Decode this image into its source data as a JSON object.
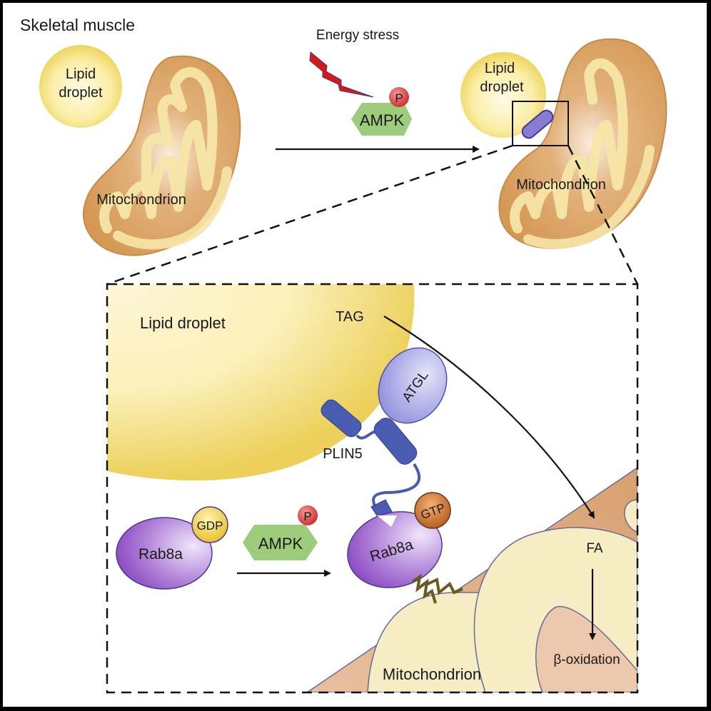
{
  "title": "Skeletal muscle",
  "top": {
    "left_lipid_droplet": [
      "Lipid",
      "droplet"
    ],
    "left_mitochondrion": "Mitochondrion",
    "energy_stress": "Energy stress",
    "ampk": "AMPK",
    "phospho": "P",
    "right_lipid_droplet": [
      "Lipid",
      "droplet"
    ],
    "right_mitochondrion": "Mitochondrion"
  },
  "inset": {
    "lipid_droplet": "Lipid droplet",
    "tag": "TAG",
    "atgl": "ATGL",
    "plin5": "PLIN5",
    "rab8a_inactive": "Rab8a",
    "gdp": "GDP",
    "ampk": "AMPK",
    "phospho": "P",
    "rab8a_active": "Rab8a",
    "gtp": "GTP",
    "fa": "FA",
    "beta_oxidation": "β-oxidation",
    "mitochondrion": "Mitochondrion"
  },
  "colors": {
    "lipid": "#f0d860",
    "mito_outer": "#d9a06a",
    "mito_inner": "#f6e9b0",
    "ampk": "#9ccc7c",
    "phospho": "#d94848",
    "rab8a": "#9a62c8",
    "gdp": "#f0d040",
    "gtp": "#c8702c",
    "plin5": "#4a5cb0",
    "atgl": "#a8a8e8",
    "bolt": "#d81818"
  }
}
